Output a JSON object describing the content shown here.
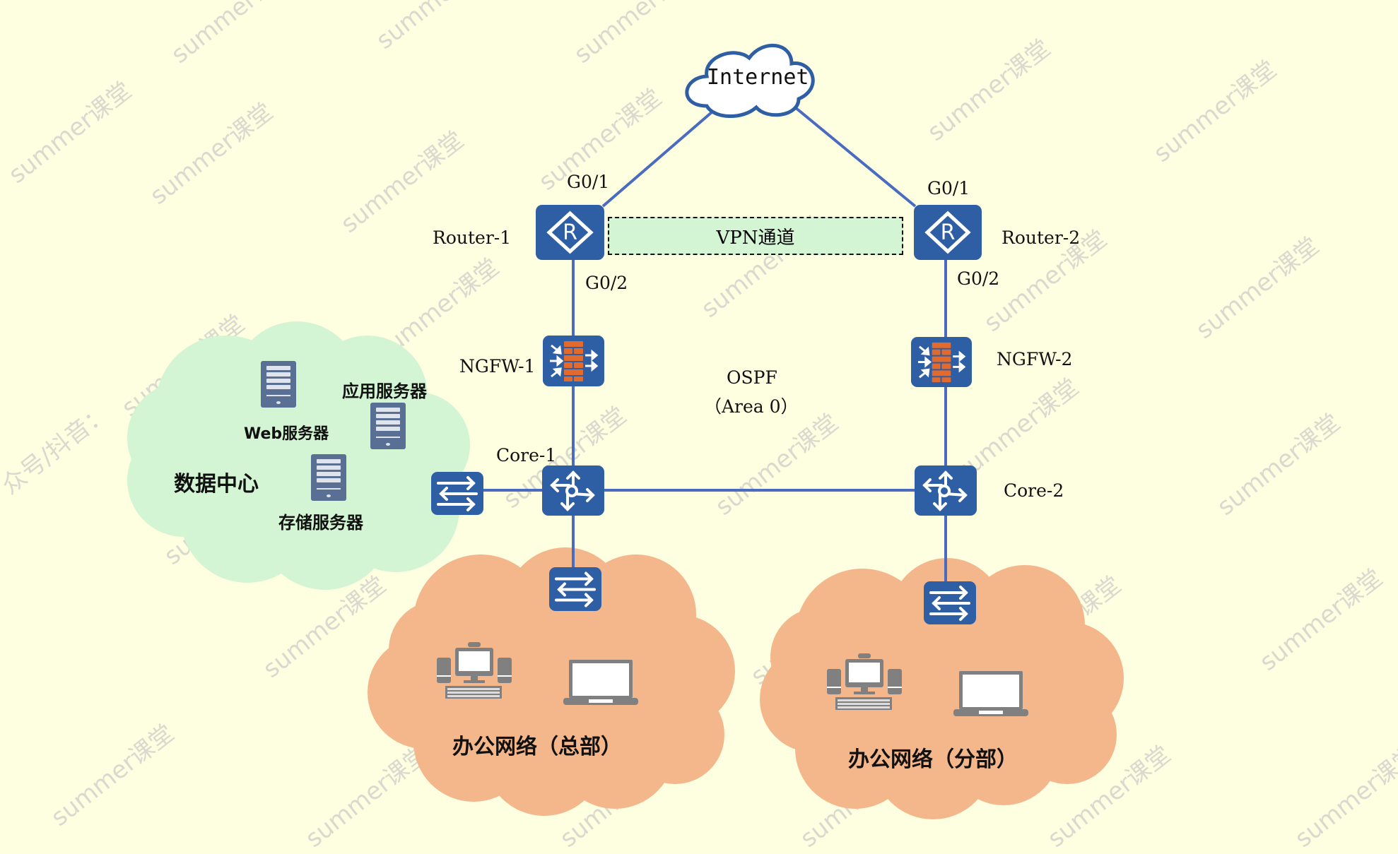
{
  "title": "Enterprise network topology",
  "colors": {
    "background": "#fefee0",
    "device": "#2e5fa5",
    "link": "#4a6bbf",
    "firewall_brick": "#e26a2c",
    "datacenter_cloud": "#d4f5d4",
    "office_cloud": "#f4b68b",
    "server": "#5a6f94",
    "endpoint": "#808080"
  },
  "internet": {
    "label": "Internet"
  },
  "routers": [
    {
      "name": "Router-1",
      "port_up": "G0/1",
      "port_down": "G0/2"
    },
    {
      "name": "Router-2",
      "port_up": "G0/1",
      "port_down": "G0/2"
    }
  ],
  "vpn": {
    "label": "VPN通道"
  },
  "firewalls": [
    {
      "name": "NGFW-1"
    },
    {
      "name": "NGFW-2"
    }
  ],
  "ospf": {
    "line1": "OSPF",
    "line2": "（Area 0）"
  },
  "cores": [
    {
      "name": "Core-1"
    },
    {
      "name": "Core-2"
    }
  ],
  "datacenter": {
    "label": "数据中心",
    "servers": [
      {
        "label": "Web服务器"
      },
      {
        "label": "应用服务器"
      },
      {
        "label": "存储服务器"
      }
    ]
  },
  "offices": [
    {
      "label": "办公网络（总部）"
    },
    {
      "label": "办公网络（分部）"
    }
  ],
  "watermark": {
    "text": "summer课堂",
    "side_text": "众号/抖音："
  },
  "icons": {
    "router": "router-icon",
    "firewall": "firewall-icon",
    "core": "core-switch-icon",
    "switch": "switch-icon",
    "server": "server-icon",
    "desktop": "desktop-pc-icon",
    "laptop": "laptop-icon",
    "cloud": "cloud-icon"
  }
}
